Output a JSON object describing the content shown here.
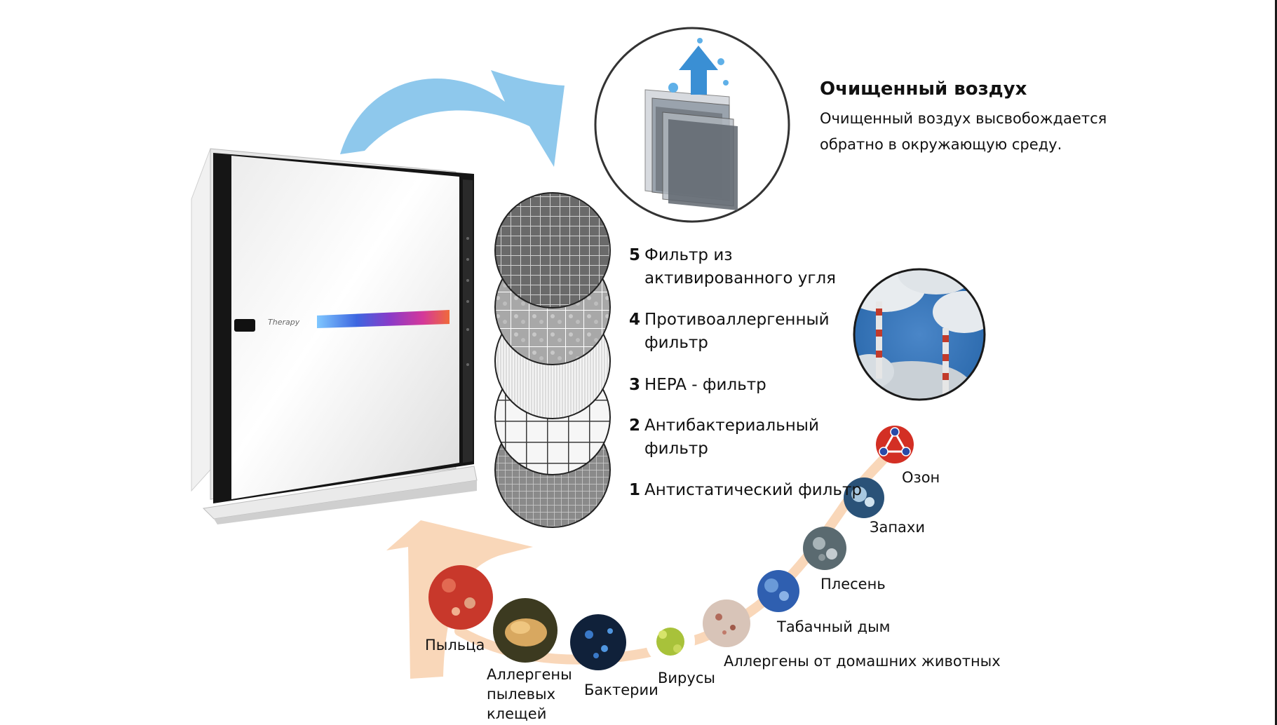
{
  "clean_air": {
    "title": "Очищенный воздух",
    "description_line1": "Очищенный воздух высвобождается",
    "description_line2": "обратно в окружающую среду."
  },
  "device": {
    "brand": "Therapy"
  },
  "filters": [
    {
      "num": "5",
      "line1": "Фильтр из",
      "line2": "активированного угля"
    },
    {
      "num": "4",
      "line1": "Противоаллергенный",
      "line2": "фильтр"
    },
    {
      "num": "3",
      "line1": "HEPA - фильтр",
      "line2": ""
    },
    {
      "num": "2",
      "line1": "Антибактериальный",
      "line2": "фильтр"
    },
    {
      "num": "1",
      "line1": "Антистатический фильтр",
      "line2": ""
    }
  ],
  "pollutants": {
    "pollen": "Пыльца",
    "dust_mites_1": "Аллергены",
    "dust_mites_2": "пылевых",
    "dust_mites_3": "клещей",
    "bacteria": "Бактерии",
    "viruses": "Вирусы",
    "pet_allergens": "Аллергены от домашних животных",
    "tobacco_smoke": "Табачный дым",
    "mold": "Плесень",
    "odors": "Запахи",
    "ozone": "Озон"
  },
  "colors": {
    "blue_arrow": "#8ec8ec",
    "peach_arrow": "#f9d7b9",
    "device_dark": "#111111"
  }
}
